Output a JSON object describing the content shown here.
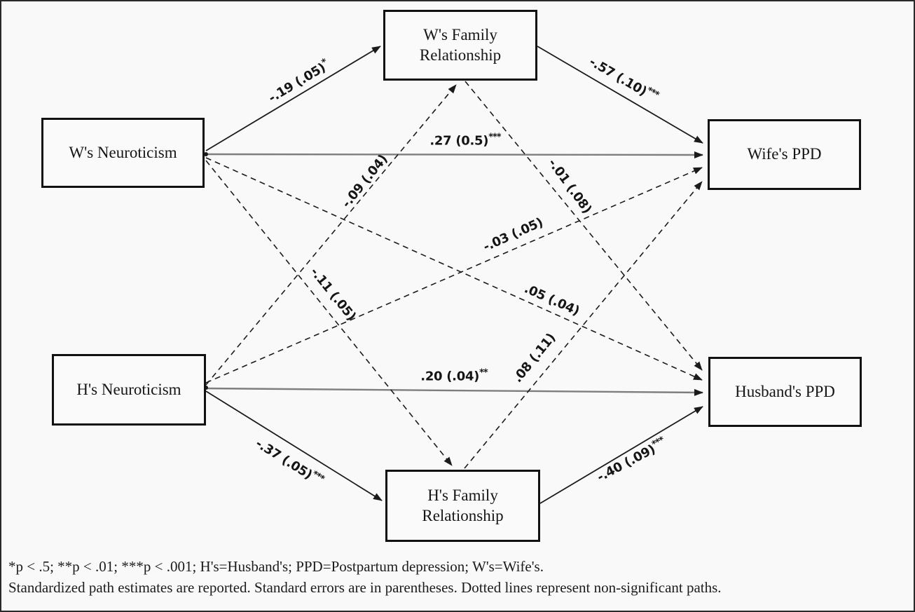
{
  "figure": {
    "type": "path-diagram",
    "colors": {
      "background": "#f9f9f9",
      "line_solid": "#1b1b1b",
      "line_gray": "#7e7e7e"
    },
    "nodes": {
      "w_neuroticism": {
        "label": "W's Neuroticism"
      },
      "w_family": {
        "line1": "W's Family",
        "line2": "Relationship"
      },
      "wife_ppd": {
        "label": "Wife's PPD"
      },
      "h_neuroticism": {
        "label": "H's Neuroticism"
      },
      "h_family": {
        "line1": "H's Family",
        "line2": "Relationship"
      },
      "husband_ppd": {
        "label": "Husband's PPD"
      }
    },
    "paths": {
      "w_neuro_to_w_family": {
        "estimate": "-.19 (.05)",
        "sig": "*",
        "style": "solid"
      },
      "w_neuro_to_wife_ppd": {
        "estimate": ".27 (0.5)",
        "sig": "***",
        "style": "solid"
      },
      "w_family_to_wife_ppd": {
        "estimate": "-.57 (.10)",
        "sig": "***",
        "style": "solid"
      },
      "h_neuro_to_w_family": {
        "estimate": "-.09 (.04)",
        "sig": "",
        "style": "dashed"
      },
      "w_neuro_to_h_family": {
        "estimate": "-.11 (.05)",
        "sig": "",
        "style": "dashed"
      },
      "h_neuro_to_wife_ppd": {
        "estimate": "-.03 (.05)",
        "sig": "",
        "style": "dashed"
      },
      "w_neuro_to_husband_ppd": {
        "estimate": ".05 (.04)",
        "sig": "",
        "style": "dashed"
      },
      "w_family_to_husband_ppd": {
        "estimate": "-.01 (.08)",
        "sig": "",
        "style": "dashed"
      },
      "h_family_to_wife_ppd": {
        "estimate": ".08 (.11)",
        "sig": "",
        "style": "dashed"
      },
      "h_neuro_to_husband_ppd": {
        "estimate": ".20 (.04)",
        "sig": "**",
        "style": "solid"
      },
      "h_neuro_to_h_family": {
        "estimate": "-.37 (.05)",
        "sig": "***",
        "style": "solid"
      },
      "h_family_to_husband_ppd": {
        "estimate": "-.40 (.09)",
        "sig": "***",
        "style": "solid"
      }
    }
  },
  "footnote": {
    "line1": "*p < .5; **p < .01; ***p < .001; H's=Husband's; PPD=Postpartum depression; W's=Wife's.",
    "line2": "Standardized path estimates are reported. Standard errors are in parentheses. Dotted lines represent non-significant paths."
  }
}
